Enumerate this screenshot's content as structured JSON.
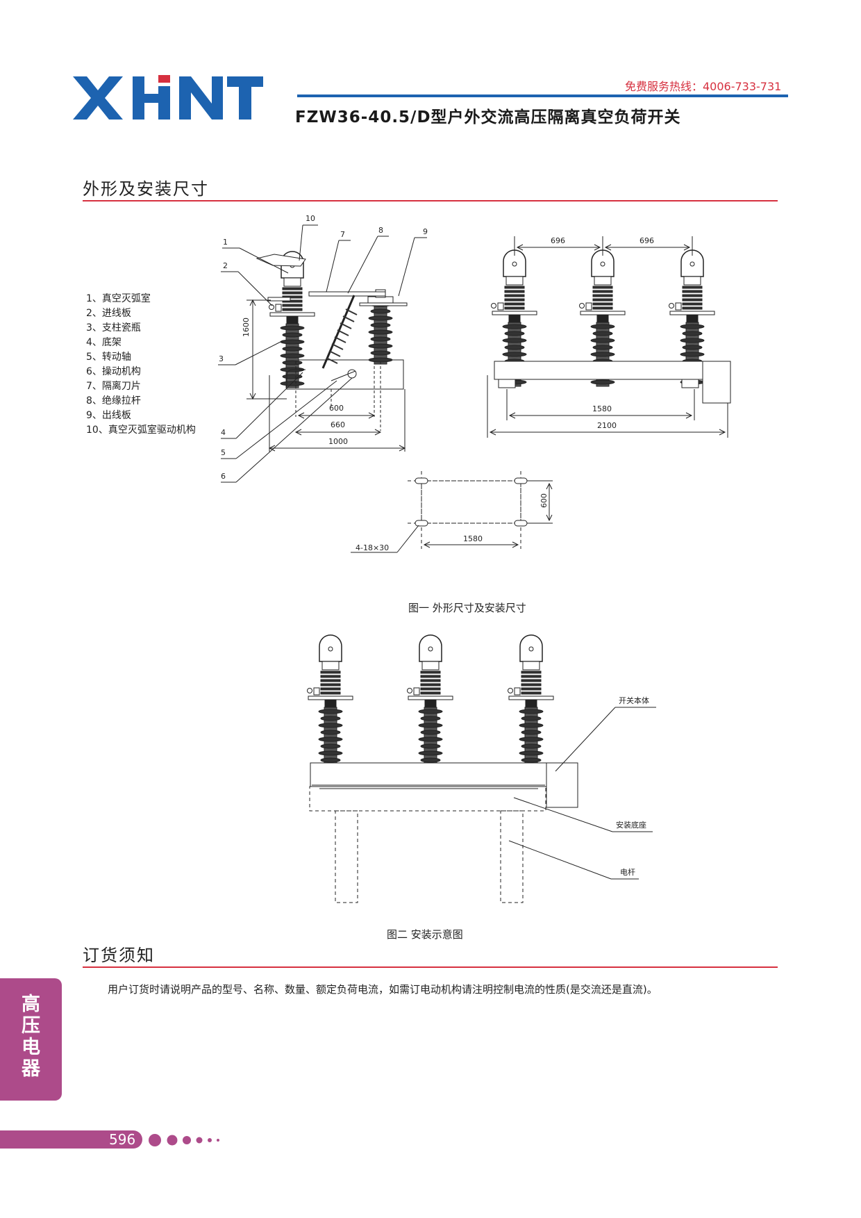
{
  "header": {
    "logo_text": "XHNT",
    "hotline": "免费服务热线：4006-733-731",
    "product_title": "FZW36-40.5/D型户外交流高压隔离真空负荷开关"
  },
  "section1": {
    "title": "外形及安装尺寸"
  },
  "legend": [
    "1、真空灭弧室",
    "2、进线板",
    "3、支柱瓷瓶",
    "4、底架",
    "5、转动轴",
    "6、操动机构",
    "7、隔离刀片",
    "8、绝缘拉杆",
    "9、出线板",
    "10、真空灭弧室驱动机构"
  ],
  "figure1": {
    "callouts": [
      "1",
      "2",
      "3",
      "4",
      "5",
      "6",
      "7",
      "8",
      "9",
      "10"
    ],
    "dims": {
      "height": "1600",
      "w600": "600",
      "w660": "660",
      "w1000": "1000",
      "pitch_a": "696",
      "pitch_b": "696",
      "span1580": "1580",
      "span2100": "2100",
      "hole_y": "600",
      "hole_x": "1580",
      "holes": "4-18×30"
    },
    "caption": "图一 外形尺寸及安装尺寸"
  },
  "figure2": {
    "labels": {
      "body": "开关本体",
      "base": "安装底座",
      "pole": "电杆"
    },
    "caption": "图二  安装示意图"
  },
  "section2": {
    "title": "订货须知",
    "text": "用户订货时请说明产品的型号、名称、数量、额定负荷电流，如需订电动机构请注明控制电流的性质(是交流还是直流)。"
  },
  "side_tab": [
    "高",
    "压",
    "电",
    "器"
  ],
  "footer": {
    "page_number": "596"
  },
  "colors": {
    "brand_blue": "#1d63b0",
    "accent_red": "#d6303f",
    "magenta": "#ad4b8a"
  }
}
